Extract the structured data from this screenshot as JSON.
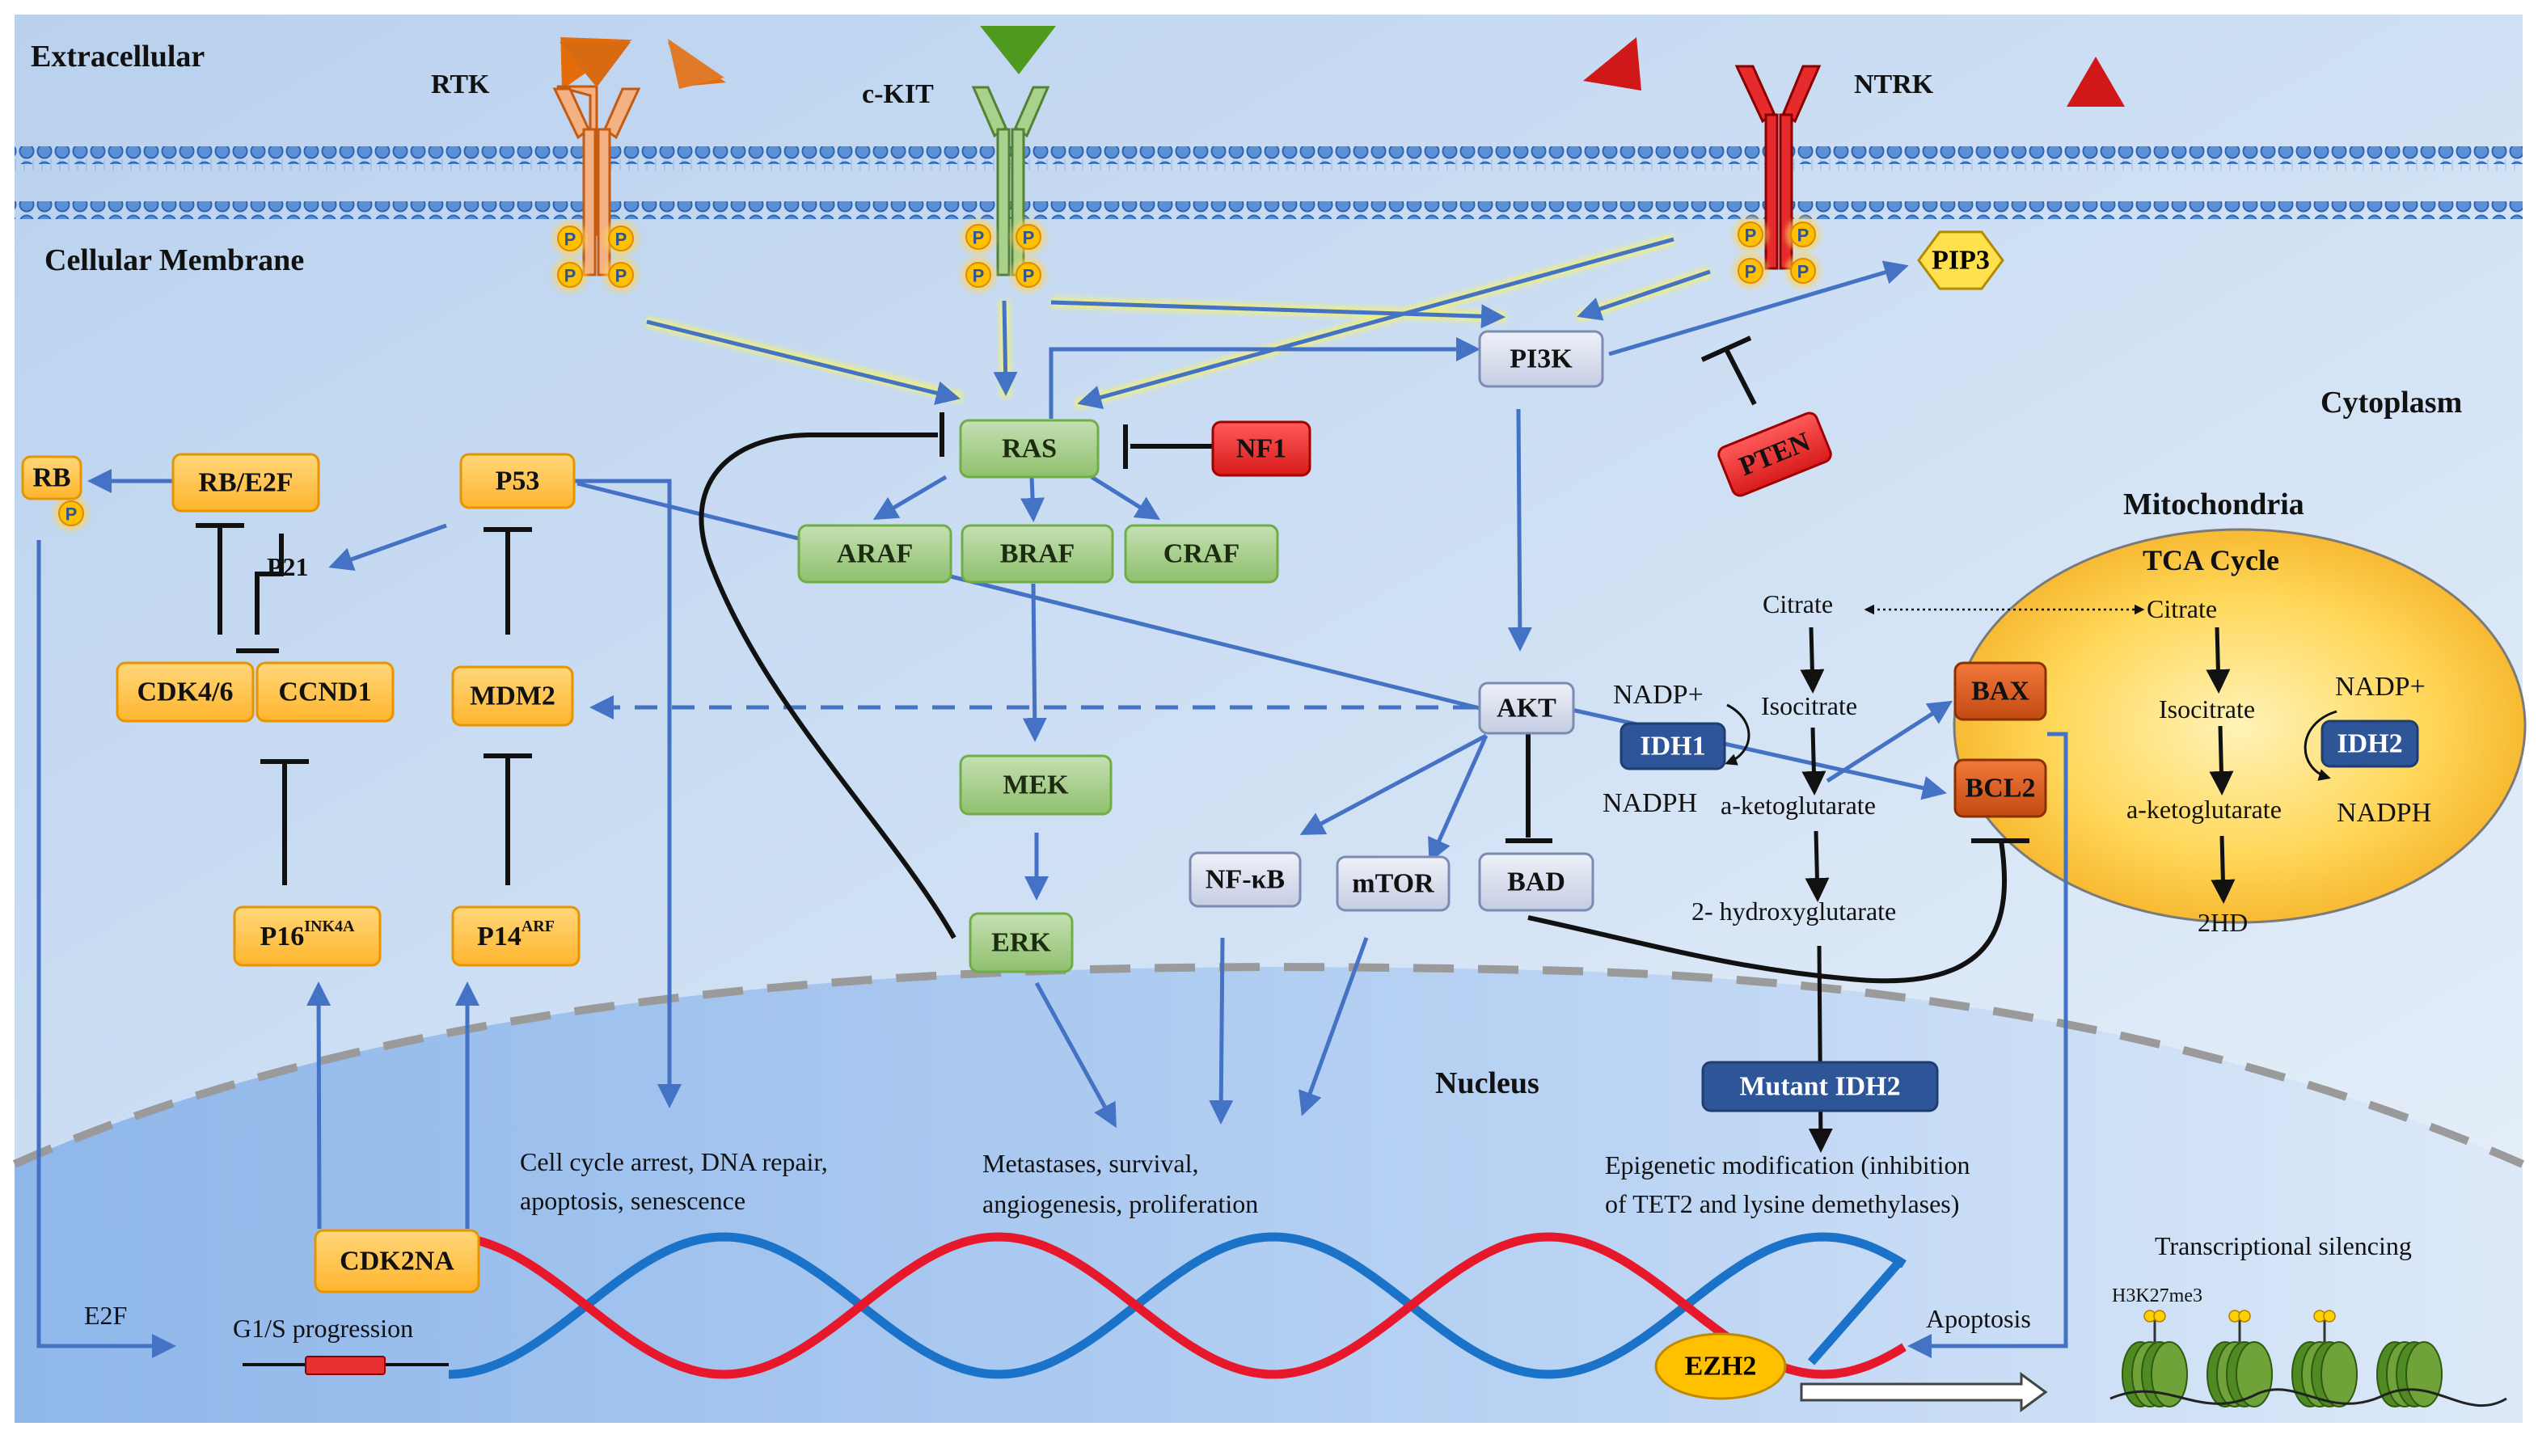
{
  "regions": {
    "extracellular": "Extracellular",
    "membrane": "Cellular Membrane",
    "cytoplasm": "Cytoplasm",
    "nucleus": "Nucleus",
    "mitochondria": "Mitochondria",
    "tca": "TCA Cycle"
  },
  "receptors": {
    "rtk": "RTK",
    "ckit": "c-KIT",
    "ntrk": "NTRK",
    "phospho": "P"
  },
  "nodes": {
    "ras": "RAS",
    "nf1": "NF1",
    "pi3k": "PI3K",
    "pip3": "PIP3",
    "pten": "PTEN",
    "araf": "ARAF",
    "braf": "BRAF",
    "craf": "CRAF",
    "mek": "MEK",
    "erk": "ERK",
    "akt": "AKT",
    "nfkb": "NF-κB",
    "mtor": "mTOR",
    "bad": "BAD",
    "bax": "BAX",
    "bcl2": "BCL2",
    "rb": "RB",
    "rbe2f": "RB/E2F",
    "p53": "P53",
    "p21": "P21",
    "cdk46": "CDK4/6",
    "ccnd1": "CCND1",
    "mdm2": "MDM2",
    "p16": "P16",
    "p16_sup": "INK4A",
    "p14": "P14",
    "p14_sup": "ARF",
    "cdk2na": "CDK2NA",
    "idh1": "IDH1",
    "idh2": "IDH2",
    "mutant_idh2": "Mutant  IDH2",
    "ezh2": "EZH2"
  },
  "metabolites": {
    "citrate": "Citrate",
    "isocitrate": "Isocitrate",
    "aketo": "a-ketoglutarate",
    "hydroxy": "2- hydroxyglutarate",
    "nadp": "NADP+",
    "nadph": "NADPH",
    "mito_citrate": "Citrate",
    "mito_isocitrate": "Isocitrate",
    "mito_aketo": "a-ketoglutarate",
    "mito_2hd": "2HD",
    "mito_nadp": "NADP+",
    "mito_nadph": "NADPH"
  },
  "outcomes": {
    "cellcycle_1": "Cell cycle  arrest, DNA repair,",
    "cellcycle_2": "apoptosis,  senescence",
    "metastases_1": "Metastases,  survival,",
    "metastases_2": "angiogenesis,  proliferation",
    "epigenetic_1": "Epigenetic  modification  (inhibition",
    "epigenetic_2": "of TET2  and lysine  demethylases)",
    "e2f": "E2F",
    "g1s": "G1/S progression",
    "apoptosis": "Apoptosis",
    "silencing": "Transcriptional  silencing",
    "h3k27": "H3K27me3"
  },
  "colors": {
    "background_top": "#cfe0f3",
    "nucleus": "#a9c8ee",
    "pathway_arrow": "#4472c4",
    "green_node": "#a9d18e",
    "orange_node": "#ffc04a",
    "red_node": "#e52b2b",
    "gray_node": "#d9dfee",
    "dark_blue_node": "#2e5597",
    "mitochondria": "#ffc326",
    "dna_red": "#e8182c",
    "dna_blue": "#1a73c9"
  }
}
